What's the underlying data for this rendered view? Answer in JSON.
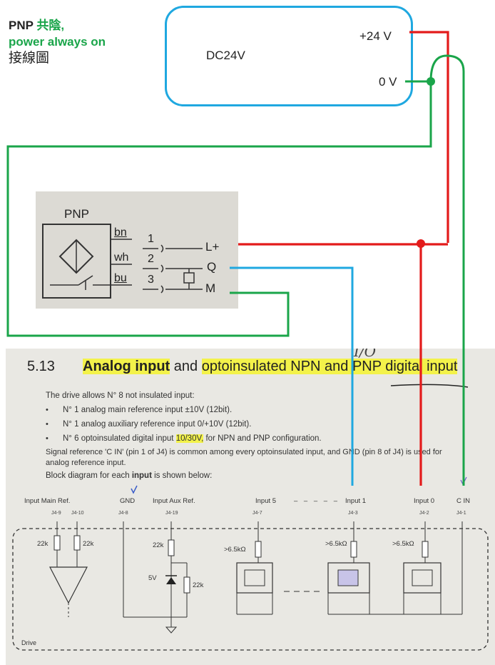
{
  "header": {
    "line1_a": "PNP",
    "line1_b": "共陰,",
    "line2": "power always on",
    "line3": "接線圖"
  },
  "power_supply": {
    "name": "DC24V",
    "plus_label": "+24 V",
    "zero_label": "0 V"
  },
  "sensor": {
    "title": "PNP",
    "wires": [
      {
        "color": "bn",
        "pin": "1",
        "terminal": "L+"
      },
      {
        "color": "wh",
        "pin": "2",
        "terminal": "Q"
      },
      {
        "color": "bu",
        "pin": "3",
        "terminal": "M"
      }
    ]
  },
  "manual": {
    "section_number": "5.13",
    "title_a": "Analog input",
    "title_and": "and",
    "title_b": "optoinsulated NPN and PNP digital input",
    "handwritten_note": "I/O",
    "intro": "The drive allows N° 8 not insulated input:",
    "bullets": [
      "N° 1 analog main reference input ±10V (12bit).",
      "N° 1 analog auxiliary reference input 0/+10V (12bit)."
    ],
    "bullet3_pre": "N° 6 optoinsulated digital input ",
    "bullet3_hl": "10/30V,",
    "bullet3_post": " for NPN and PNP configuration.",
    "signal_line1": "Signal reference 'C IN' (pin 1 of J4) is common among every optoinsulated input, and GND (pin 8 of J4) is used for",
    "signal_line2": "analog reference input.",
    "block_line_pre": "Block diagram for each ",
    "block_line_bold": "input",
    "block_line_post": " is shown below:",
    "columns": {
      "main_ref": "Input Main Ref.",
      "gnd": "GND",
      "aux_ref": "Input Aux Ref.",
      "input5": "Input 5",
      "input1": "Input 1",
      "input0": "Input 0",
      "cin": "C IN"
    },
    "pins": {
      "j4_9": "J4-9",
      "j4_10": "J4-10",
      "j4_8": "J4-8",
      "j4_19": "J4-19",
      "j4_7": "J4-7",
      "j4_3": "J4-3",
      "j4_2": "J4-2",
      "j4_1": "J4-1"
    },
    "resistors": {
      "r22k": "22k",
      "r65k": ">6.5kΩ"
    },
    "voltage_5v": "5V",
    "drive_label": "Drive"
  },
  "colors": {
    "red_wire": "#e31b1b",
    "blue_wire": "#1fa8e0",
    "green_wire": "#1aa54a"
  }
}
